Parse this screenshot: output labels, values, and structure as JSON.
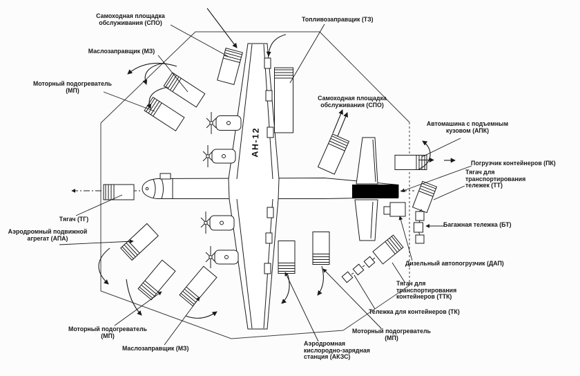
{
  "diagram": {
    "background": "#fcfcfc",
    "ink": "#1a1a1a",
    "aircraft": {
      "marking": "АН-12",
      "cargo_block_color": "#000000"
    },
    "labels": {
      "spo_top": "Самоходная площадка\nобслуживания (СПО)",
      "tz": "Топливозаправщик (ТЗ)",
      "mz_top": "Маслозаправщик (МЗ)",
      "mp_left": "Моторный подогреватель\n(МП)",
      "spo_mid": "Самоходная площадка\nобслуживания (СПО)",
      "apk": "Автомашина с подъемным\nкузовом (АПК)",
      "pk": "Погрузчик контейнеров (ПК)",
      "tt": "Тягач для\nтранспортирования\nтележек (ТТ)",
      "bt": "Багажная тележка (БТ)",
      "tg": "Тягач (ТГ)",
      "apa": "Аэродромный подвижной\nагрегат (АПА)",
      "dap": "Дизельный автопогрузчик (ДАП)",
      "ttk": "Тягач для\nтранспортирования\nконтейнеров (ТТК)",
      "tk": "Тележка для контейнеров (ТК)",
      "mp_bottom_right": "Моторный подогреватель\n(МП)",
      "akzs": "Аэродромная\nкислородно-зарядная\nстанция (АКЗС)",
      "mp_bottom_left": "Моторный подогреватель\n(МП)",
      "mz_bottom": "Маслозаправщик (МЗ)"
    }
  }
}
